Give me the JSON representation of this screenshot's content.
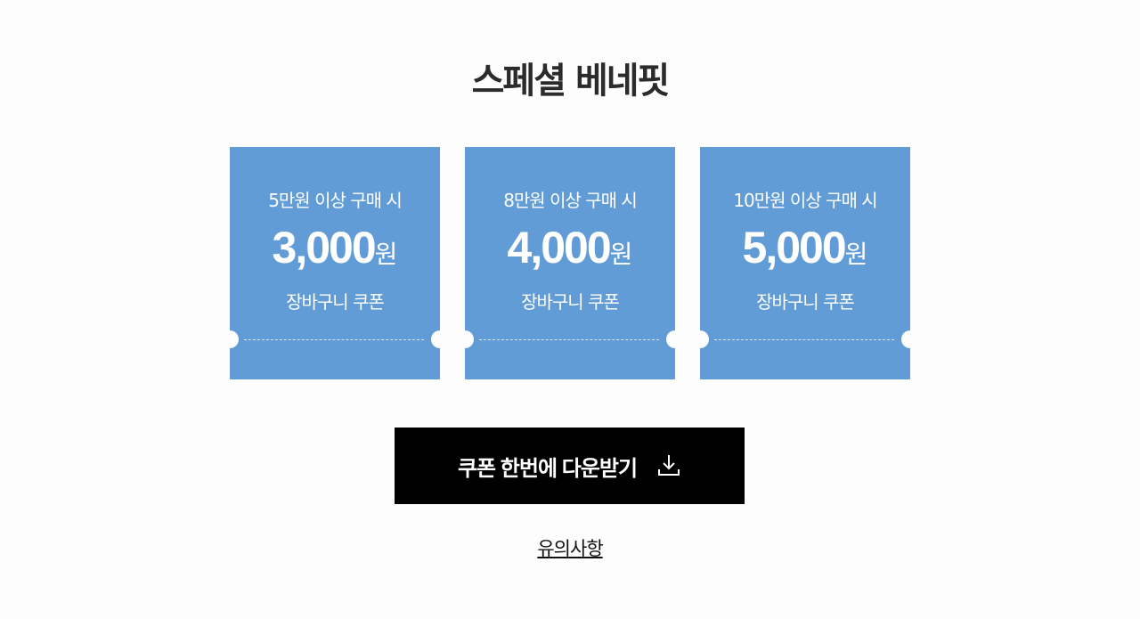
{
  "title": "스페셜 베네핏",
  "coupons": [
    {
      "condition": "5만원 이상 구매 시",
      "amount": "3,000",
      "unit": "원",
      "type": "장바구니 쿠폰"
    },
    {
      "condition": "8만원 이상 구매 시",
      "amount": "4,000",
      "unit": "원",
      "type": "장바구니 쿠폰"
    },
    {
      "condition": "10만원 이상 구매 시",
      "amount": "5,000",
      "unit": "원",
      "type": "장바구니 쿠폰"
    }
  ],
  "download_button": {
    "label": "쿠폰 한번에 다운받기",
    "icon": "download-icon"
  },
  "notice_link": "유의사항",
  "colors": {
    "card": "#629cd6",
    "button": "#000000",
    "background": "#fdfdfd"
  }
}
